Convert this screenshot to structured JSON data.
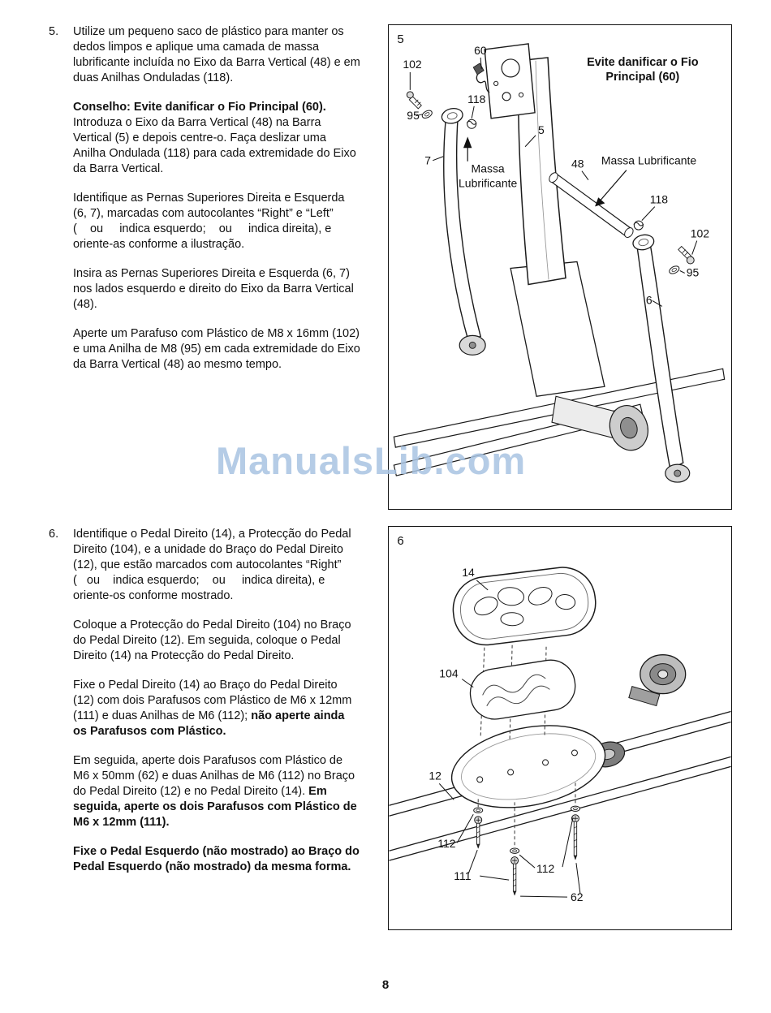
{
  "page": {
    "number": "8",
    "watermark": "ManualsLib.com"
  },
  "step5": {
    "marker": "5.",
    "p1": "Utilize um pequeno saco de plástico para manter os dedos limpos e aplique uma camada de massa lubrificante incluída no Eixo da Barra Vertical (48) e em duas Anilhas Onduladas (118).",
    "p2_bold": "Conselho: Evite danificar o Fio Principal (60).",
    "p2_rest": " Introduza o Eixo da Barra Vertical (48) na Barra Vertical (5) e depois centre-o. Faça deslizar uma Anilha Ondulada (118) para cada extremidade do Eixo da Barra Vertical.",
    "p3": "Identifique as Pernas Superiores Direita e Esquerda (6, 7), marcadas com autocolantes “Right” e “Left” (    ou     indica esquerdo;    ou     indica direita), e oriente-as conforme a ilustração.",
    "p4": "Insira as Pernas Superiores Direita e Esquerda (6, 7) nos lados esquerdo e direito do Eixo da Barra Vertical (48).",
    "p5": "Aperte um Parafuso com Plástico de M8 x 16mm (102) e uma Anilha de M8 (95) em cada extremidade do Eixo da Barra Vertical (48) ao mesmo tempo."
  },
  "step6": {
    "marker": "6.",
    "p1": "Identifique o Pedal Direito (14), a Protecção do Pedal Direito (104), e a unidade do Braço do Pedal Direito (12), que estão marcados com autocolantes “Right” (   ou    indica esquerdo;    ou     indica direita), e oriente-os conforme mostrado.",
    "p2": "Coloque a Protecção do Pedal Direito (104) no Braço do Pedal Direito (12). Em seguida, coloque o Pedal Direito (14) na Protecção do Pedal Direito.",
    "p3_start": "Fixe o Pedal Direito (14) ao Braço do Pedal Direito (12) com dois Parafusos com Plástico de M6 x 12mm (111) e duas Anilhas de M6 (112); ",
    "p3_bold": "não aperte ainda os Parafusos com Plástico.",
    "p4_start": "Em seguida, aperte dois Parafusos com Plástico de M6 x 50mm (62) e duas Anilhas de M6 (112) no Braço do Pedal Direito (12) e no Pedal Direito (14). ",
    "p4_bold": "Em seguida, aperte os dois Parafusos com Plástico de M6 x 12mm (111).",
    "p5_bold": "Fixe o Pedal Esquerdo (não mostrado) ao Braço do Pedal Esquerdo (não mostrado) da mesma forma."
  },
  "figure5": {
    "fig_label": "5",
    "note_line1": "Evite danificar o Fio",
    "note_line2": "Principal (60)",
    "grease_left_line1": "Massa",
    "grease_left_line2": "Lubrificante",
    "grease_right": "Massa Lubrificante",
    "callouts": {
      "c102_left": "102",
      "c60": "60",
      "c118_left": "118",
      "c95_left": "95",
      "c7": "7",
      "c5": "5",
      "c48": "48",
      "c118_right": "118",
      "c102_right": "102",
      "c95_right": "95",
      "c6": "6"
    }
  },
  "figure6": {
    "fig_label": "6",
    "callouts": {
      "c14": "14",
      "c104": "104",
      "c12": "12",
      "c112_left": "112",
      "c111": "111",
      "c112_right": "112",
      "c62": "62"
    }
  }
}
